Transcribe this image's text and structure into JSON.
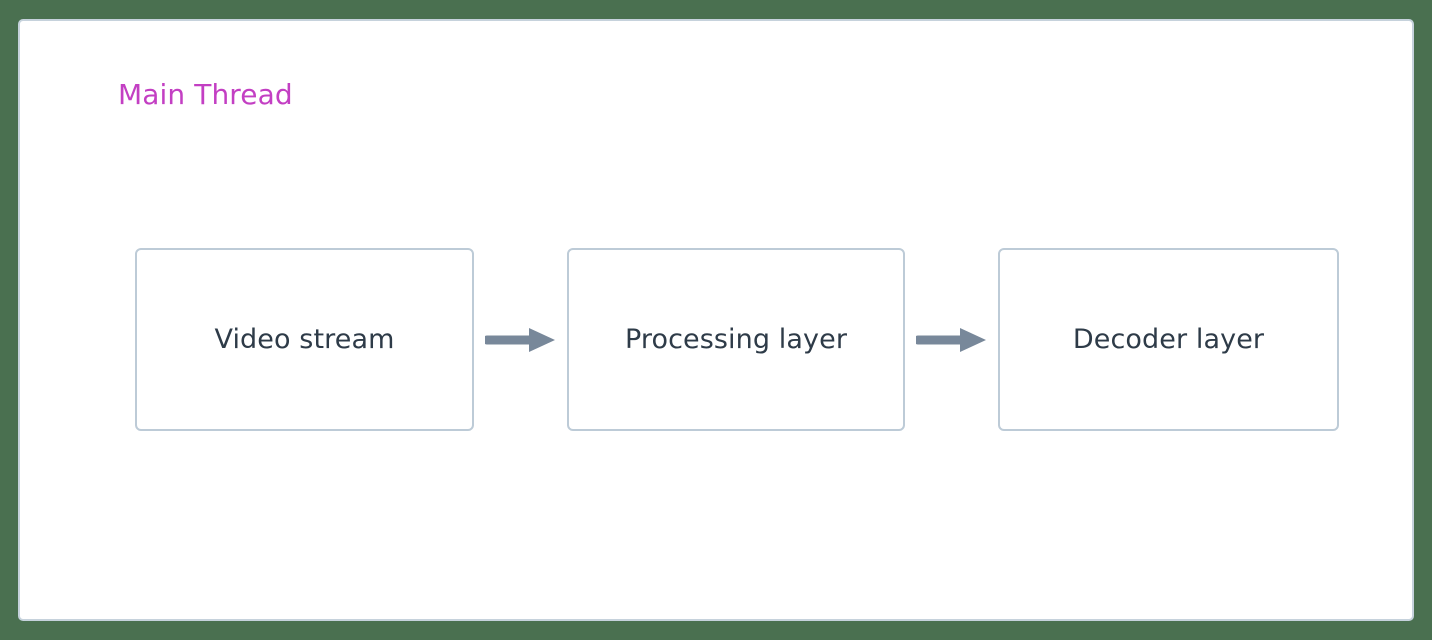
{
  "diagram": {
    "type": "flowchart",
    "direction": "left-to-right",
    "background_color": "#4a7050",
    "subgraph": {
      "title": "Main Thread",
      "title_color": "#c33fc3",
      "border_color": "#c6d2dc",
      "fill_color": "#ffffff"
    },
    "node_style": {
      "border_color": "#bdcbd7",
      "fill_color": "#ffffff",
      "text_color": "#2e3b48"
    },
    "edge_style": {
      "color": "#78889a",
      "arrowhead": "filled-triangle"
    },
    "nodes": [
      {
        "id": "video-stream",
        "label": "Video stream"
      },
      {
        "id": "processing-layer",
        "label": "Processing layer"
      },
      {
        "id": "decoder-layer",
        "label": "Decoder layer"
      }
    ],
    "edges": [
      {
        "from": "video-stream",
        "to": "processing-layer",
        "label": ""
      },
      {
        "from": "processing-layer",
        "to": "decoder-layer",
        "label": ""
      }
    ]
  }
}
